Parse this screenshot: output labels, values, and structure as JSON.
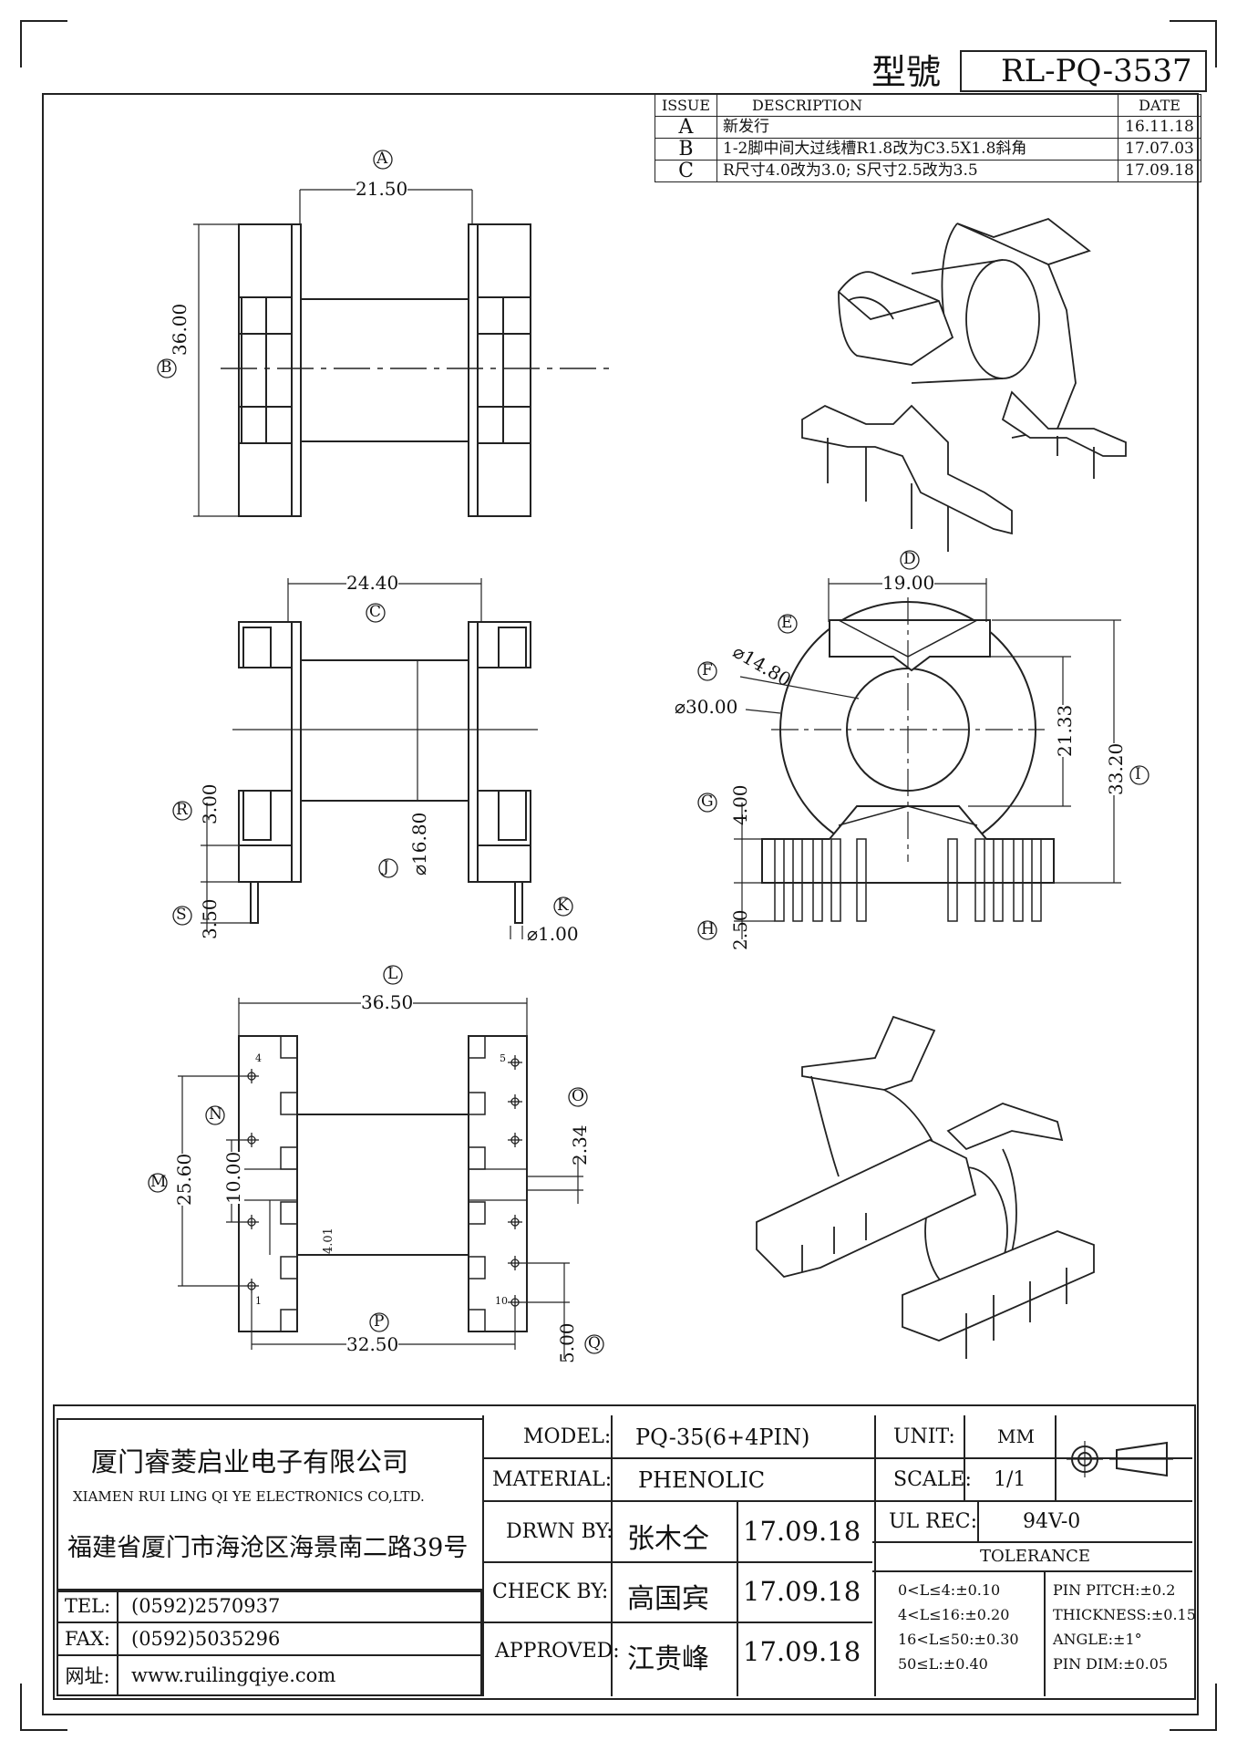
{
  "header": {
    "model_label": "型號",
    "model_number": "RL-PQ-3537"
  },
  "revisions": {
    "columns": [
      "ISSUE",
      "DESCRIPTION",
      "DATE"
    ],
    "rows": [
      {
        "issue": "A",
        "description": "新发行",
        "date": "16.11.18"
      },
      {
        "issue": "B",
        "description": "1-2脚中间大过线槽R1.8改为C3.5X1.8斜角",
        "date": "17.07.03"
      },
      {
        "issue": "C",
        "description": "R尺寸4.0改为3.0; S尺寸2.5改为3.5",
        "date": "17.09.18"
      }
    ]
  },
  "views": {
    "top_view": {
      "A_dim": "21.50",
      "B_dim": "36.00"
    },
    "front_view": {
      "C_dim": "24.40",
      "R_dim": "3.00",
      "S_dim": "3.50",
      "J_dim": "⌀16.80",
      "K_dim": "⌀1.00"
    },
    "side_view": {
      "D_dim": "19.00",
      "E_dim": "⌀14.80",
      "F_dim": "⌀30.00",
      "G_dim": "4.00",
      "H_dim": "2.50",
      "I_dim": "33.20",
      "inner_dim": "21.33"
    },
    "bottom_view": {
      "L_dim": "36.50",
      "M_dim": "25.60",
      "N_dim": "10.00",
      "O_dim": "2.34",
      "P_dim": "32.50",
      "Q_dim": "5.00",
      "slot_dim": "4.01",
      "pin_labels": [
        "4",
        "5",
        "1",
        "10"
      ]
    }
  },
  "callouts": [
    "A",
    "B",
    "C",
    "D",
    "E",
    "F",
    "G",
    "H",
    "I",
    "J",
    "K",
    "L",
    "M",
    "N",
    "O",
    "P",
    "Q",
    "R",
    "S"
  ],
  "company": {
    "name_cn": "厦门睿菱启业电子有限公司",
    "name_en": "XIAMEN RUI LING QI YE ELECTRONICS CO,LTD.",
    "address": "福建省厦门市海沧区海景南二路39号",
    "tel_label": "TEL:",
    "tel": "(0592)2570937",
    "fax_label": "FAX:",
    "fax": "(0592)5035296",
    "web_label": "网址:",
    "web": "www.ruilingqiye.com"
  },
  "title_block": {
    "model_label": "MODEL:",
    "model": "PQ-35(6+4PIN)",
    "material_label": "MATERIAL:",
    "material": "PHENOLIC",
    "drawn_label": "DRWN BY:",
    "drawn_by": "张木仝",
    "drawn_date": "17.09.18",
    "check_label": "CHECK BY:",
    "check_by": "高国宾",
    "check_date": "17.09.18",
    "approved_label": "APPROVED:",
    "approved_by": "江贵峰",
    "approved_date": "17.09.18",
    "unit_label": "UNIT:",
    "unit": "MM",
    "scale_label": "SCALE:",
    "scale": "1/1",
    "ul_label": "UL REC:",
    "ul": "94V-0",
    "tolerance_label": "TOLERANCE",
    "tolerance_left": [
      "0<L≤4:±0.10",
      "4<L≤16:±0.20",
      "16<L≤50:±0.30",
      "50≤L:±0.40"
    ],
    "tolerance_right": [
      "PIN PITCH:±0.2",
      "THICKNESS:±0.15",
      "ANGLE:±1°",
      "PIN DIM:±0.05"
    ]
  }
}
